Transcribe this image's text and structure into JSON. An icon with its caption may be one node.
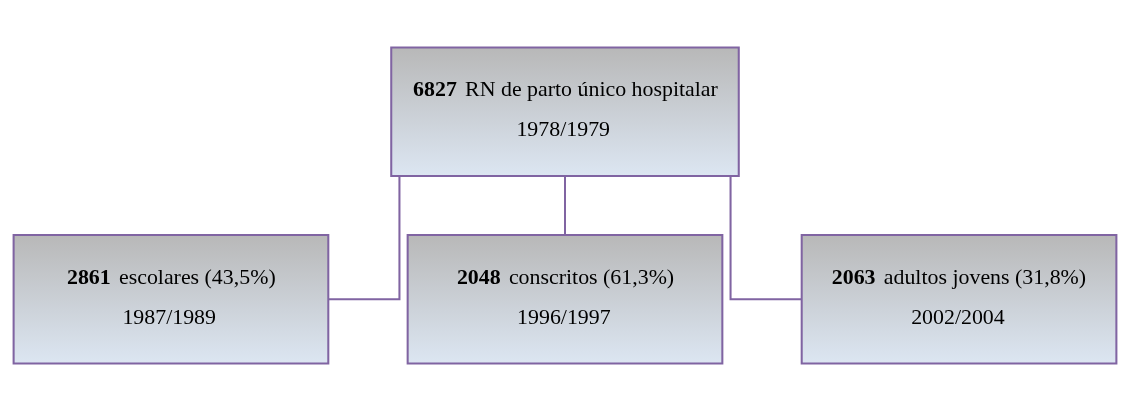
{
  "diagram": {
    "nodes": [
      {
        "text": [
          "**6827** RN de parto único hospitalar",
          "1978/1979"
        ]
      },
      {
        "text": [
          "**2861** escolares (43,5%)",
          "1987/1989"
        ]
      },
      {
        "text": [
          "**2048** conscritos (61,3%)",
          "1996/1997"
        ]
      },
      {
        "text": [
          "**2063** adultos jovens (31,8%)",
          "2002/2004"
        ]
      }
    ],
    "edges": [
      {
        "from": 0,
        "to": 1,
        "arrow": "none"
      },
      {
        "from": 0,
        "to": 2,
        "arrow": "none"
      },
      {
        "from": 0,
        "to": 3,
        "arrow": "none"
      }
    ]
  }
}
